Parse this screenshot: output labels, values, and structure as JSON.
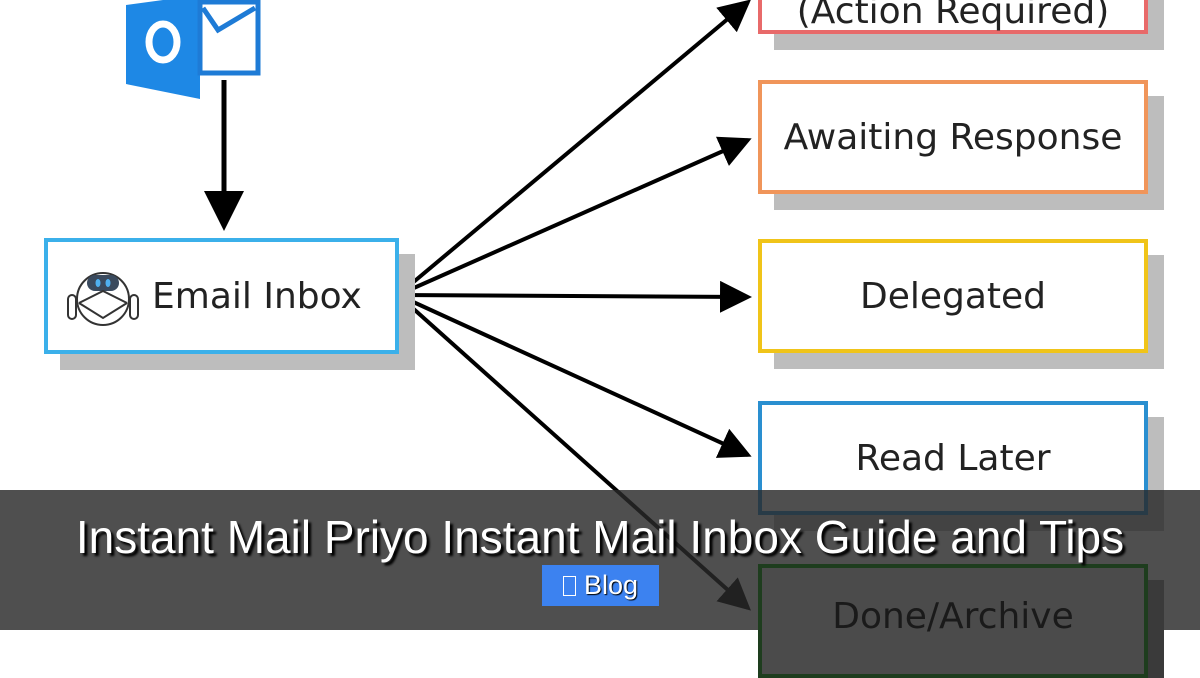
{
  "diagram": {
    "source_icon": "outlook-icon",
    "inbox": {
      "label": "Email Inbox",
      "icon": "robot-mail-icon",
      "color": "#3bb0ea"
    },
    "categories": [
      {
        "label": "(Action Required)",
        "color": "#e86a6a"
      },
      {
        "label": "Awaiting Response",
        "color": "#f0955a"
      },
      {
        "label": "Delegated",
        "color": "#f0c419"
      },
      {
        "label": "Read Later",
        "color": "#2a8fd0"
      },
      {
        "label": "Done/Archive",
        "color": "#2e7d32"
      }
    ]
  },
  "overlay": {
    "title": "Instant Mail Priyo Instant Mail Inbox Guide and Tips",
    "badge_icon": "folder-icon",
    "badge_label": "Blog",
    "badge_color": "#3c82f0"
  }
}
